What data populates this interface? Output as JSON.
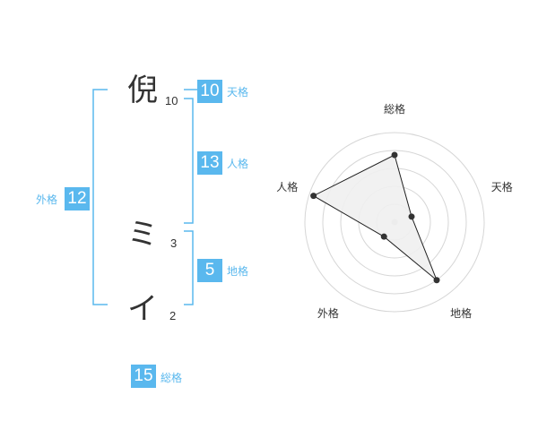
{
  "name_chars": [
    {
      "char": "倪",
      "strokes": "10"
    },
    {
      "char": "ミ",
      "strokes": "3"
    },
    {
      "char": "イ",
      "strokes": "2"
    }
  ],
  "grades": {
    "tenkaku": {
      "value": "10",
      "label": "天格"
    },
    "jinkaku": {
      "value": "13",
      "label": "人格"
    },
    "chikaku": {
      "value": "5",
      "label": "地格"
    },
    "gaikaku": {
      "value": "12",
      "label": "外格"
    },
    "soukaku": {
      "value": "15",
      "label": "総格"
    }
  },
  "colors": {
    "accent": "#5ab8ee",
    "text": "#333333",
    "grid": "#d6d6d6",
    "fill": "#f0f0f0"
  },
  "chart_data": {
    "type": "radar",
    "axes": [
      "総格",
      "天格",
      "地格",
      "外格",
      "人格"
    ],
    "values": [
      0.75,
      0.2,
      0.8,
      0.2,
      0.95
    ],
    "rmax": 1,
    "rings": 5
  }
}
